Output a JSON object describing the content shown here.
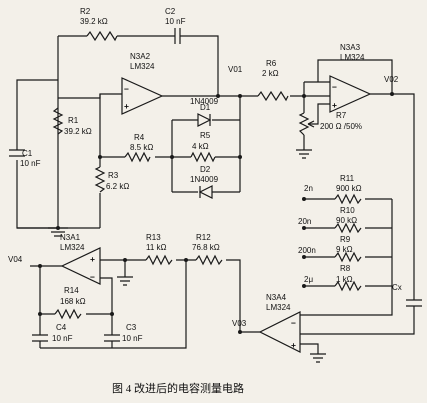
{
  "op_amps": {
    "a2": {
      "name": "N3A2",
      "model": "LM324"
    },
    "a3": {
      "name": "N3A3",
      "model": "LM324"
    },
    "a1": {
      "name": "N3A1",
      "model": "LM324"
    },
    "a4": {
      "name": "N3A4",
      "model": "LM324"
    }
  },
  "components": {
    "r2": {
      "ref": "R2",
      "value": "39.2 kΩ"
    },
    "c2": {
      "ref": "C2",
      "value": "10 nF"
    },
    "r1": {
      "ref": "R1",
      "value": "39.2 kΩ"
    },
    "c1": {
      "ref": "C1",
      "value": "10 nF"
    },
    "r4": {
      "ref": "R4",
      "value": "8.5 kΩ"
    },
    "r5": {
      "ref": "R5",
      "value": "4 kΩ"
    },
    "r3": {
      "ref": "R3",
      "value": "6.2 kΩ"
    },
    "d1": {
      "ref": "D1",
      "value": "1N4009"
    },
    "d2": {
      "ref": "D2",
      "value": "1N4009"
    },
    "r6": {
      "ref": "R6",
      "value": "2 kΩ"
    },
    "r7": {
      "ref": "R7",
      "value": "200 Ω /50%"
    },
    "r11": {
      "ref": "R11",
      "value": "900 kΩ"
    },
    "r10": {
      "ref": "R10",
      "value": "90 kΩ"
    },
    "r9": {
      "ref": "R9",
      "value": "9 kΩ"
    },
    "r8": {
      "ref": "R8",
      "value": "1 kΩ"
    },
    "r13": {
      "ref": "R13",
      "value": "11 kΩ"
    },
    "r12": {
      "ref": "R12",
      "value": "76.8 kΩ"
    },
    "r14": {
      "ref": "R14",
      "value": "168 kΩ"
    },
    "c4": {
      "ref": "C4",
      "value": "10 nF"
    },
    "c3": {
      "ref": "C3",
      "value": "10 nF"
    },
    "cx": {
      "ref": "Cx"
    }
  },
  "nodes": {
    "v01_top": "V01",
    "v02": "V02",
    "v04": "V04",
    "v03": "V03"
  },
  "ranges": {
    "r2n": "2n",
    "r20n": "20n",
    "r200n": "200n",
    "r2u": "2μ"
  },
  "caption": "图 4    改进后的电容测量电路"
}
